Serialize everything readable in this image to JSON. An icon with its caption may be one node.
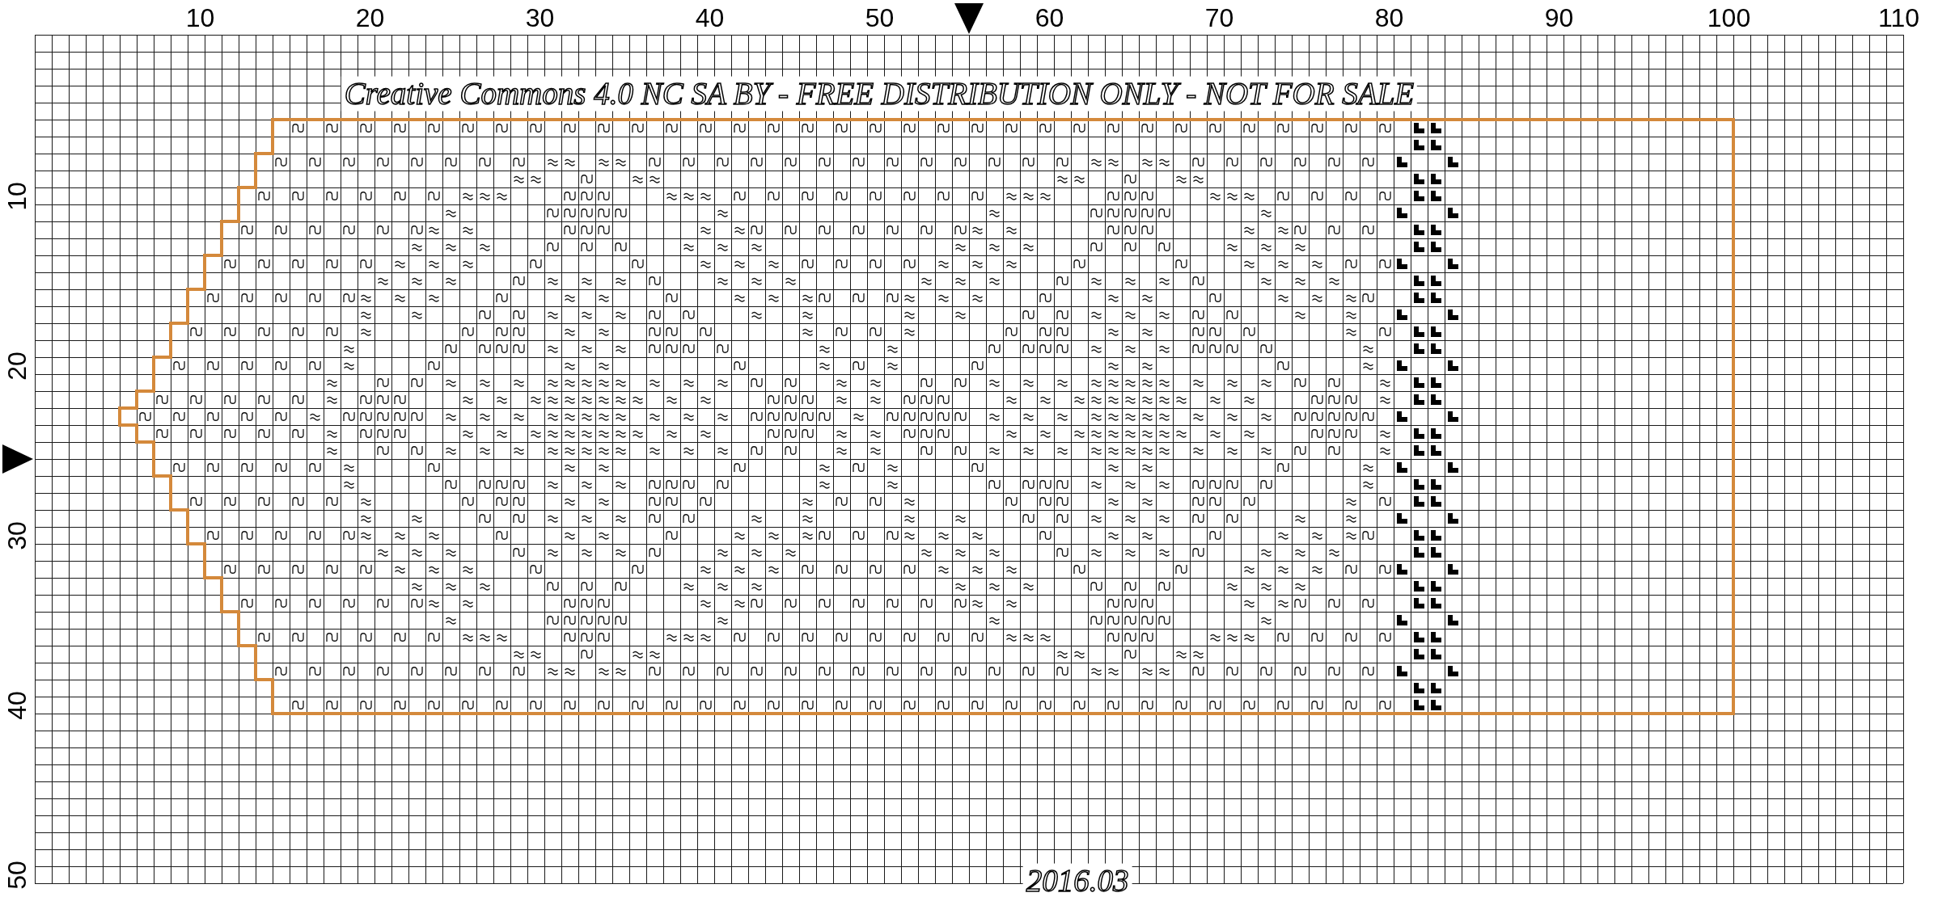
{
  "diagram": {
    "labels": [
      "10",
      "20",
      "30",
      "40",
      "50",
      "60",
      "70",
      "80",
      "90",
      "100",
      "110",
      "Creative Commons 4.0 NC SA BY - FREE DISTRIBUTION ONLY - NOT FOR SALE",
      "10",
      "20",
      "30",
      "40",
      "50",
      "2016.03"
    ]
  }
}
